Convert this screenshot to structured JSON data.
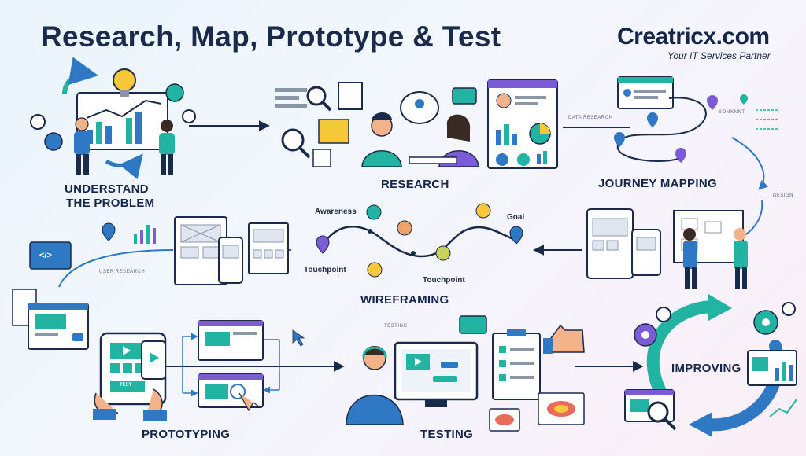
{
  "title": "Research, Map, Prototype & Test",
  "brand": {
    "name": "Creatricx.com",
    "tagline": "Your IT Services Partner"
  },
  "stages": {
    "understand_line1": "UNDERSTAND",
    "understand_line2": "THE PROBLEM",
    "research": "RESEARCH",
    "journey": "JOURNEY MAPPING",
    "wireframing": "WIREFRAMING",
    "prototyping": "PROTOTYPING",
    "testing": "TESTING",
    "improving": "IMPROVING"
  },
  "small_labels": {
    "data_research": "DATA RESEARCH",
    "somknnt": "SOMKNNT",
    "design": "DESIGN",
    "user_research": "USER RESEARCH",
    "testing_small": "TESTING"
  },
  "wireframe_path": {
    "awareness": "Awareness",
    "goal": "Goal",
    "touchpoint_1": "Touchpoint",
    "touchpoint_2": "Touchpoint"
  },
  "glyphs": {
    "code": "</>",
    "test": "TEST"
  },
  "colors": {
    "navy": "#1a2a4a",
    "blue": "#2f78c4",
    "teal": "#22b3a3",
    "purple": "#7b5cd6",
    "yellow": "#f9c83a",
    "skin": "#f2b38b"
  }
}
